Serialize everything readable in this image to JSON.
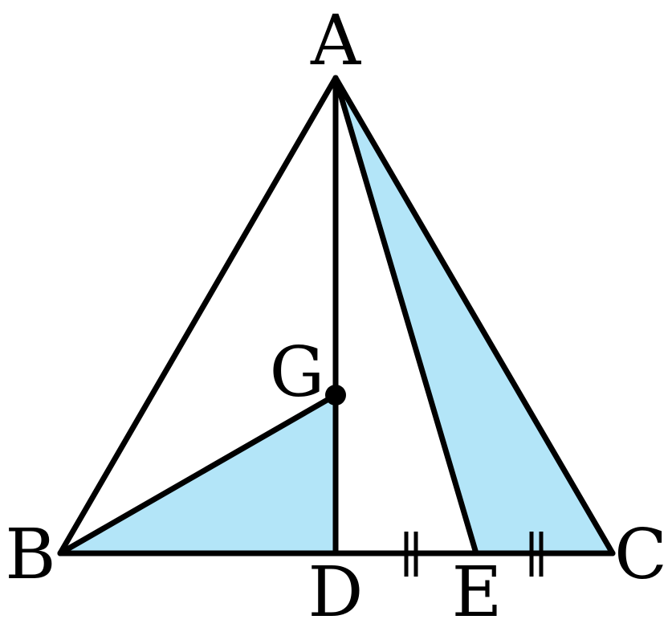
{
  "labels": {
    "A": "A",
    "B": "B",
    "C": "C",
    "D": "D",
    "E": "E",
    "G": "G"
  },
  "colors": {
    "shade": "#b3e5f8",
    "line": "#000000"
  }
}
